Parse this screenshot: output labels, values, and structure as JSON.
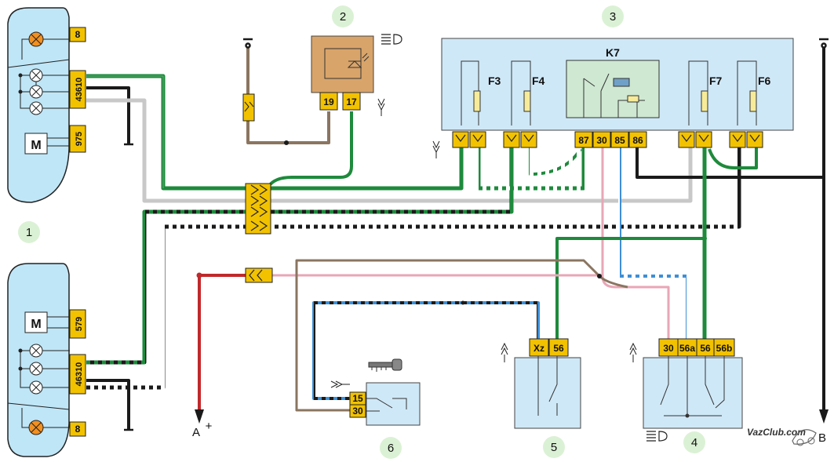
{
  "units": {
    "u1": {
      "number": "1"
    },
    "u2": {
      "number": "2",
      "pins": [
        "19",
        "17"
      ]
    },
    "u3": {
      "number": "3",
      "relay": "K7",
      "relay_pins": [
        "87",
        "30",
        "85",
        "86"
      ],
      "fuses": [
        "F3",
        "F4",
        "F7",
        "F6"
      ]
    },
    "u4": {
      "number": "4",
      "pins": [
        "30",
        "56a",
        "56",
        "56b"
      ]
    },
    "u5": {
      "number": "5",
      "pins": [
        "Xz",
        "56"
      ]
    },
    "u6": {
      "number": "6",
      "pins": [
        "15",
        "30"
      ]
    }
  },
  "headlight_top": {
    "motor": "M",
    "pins": [
      "8",
      "4",
      "3",
      "6",
      "10",
      "9",
      "7",
      "5"
    ]
  },
  "headlight_bottom": {
    "motor": "M",
    "pins": [
      "5",
      "7",
      "9",
      "4",
      "6",
      "3",
      "10",
      "8"
    ]
  },
  "terminals": {
    "a_label": "A",
    "a_sign": "+",
    "b_label": "B"
  },
  "watermark": "VazClub.com",
  "colors": {
    "green": "#1e8a3c",
    "black": "#1a1a1a",
    "gray": "#c8c8c8",
    "pink": "#e8a6b6",
    "brown": "#8b7560",
    "red": "#c0282b",
    "blue": "#3d8fd6",
    "connector": "#f2c200",
    "unit_fill": "#cfe8f7",
    "relay_fill": "#cfe8d2",
    "orange_unit": "#d9a46a"
  }
}
